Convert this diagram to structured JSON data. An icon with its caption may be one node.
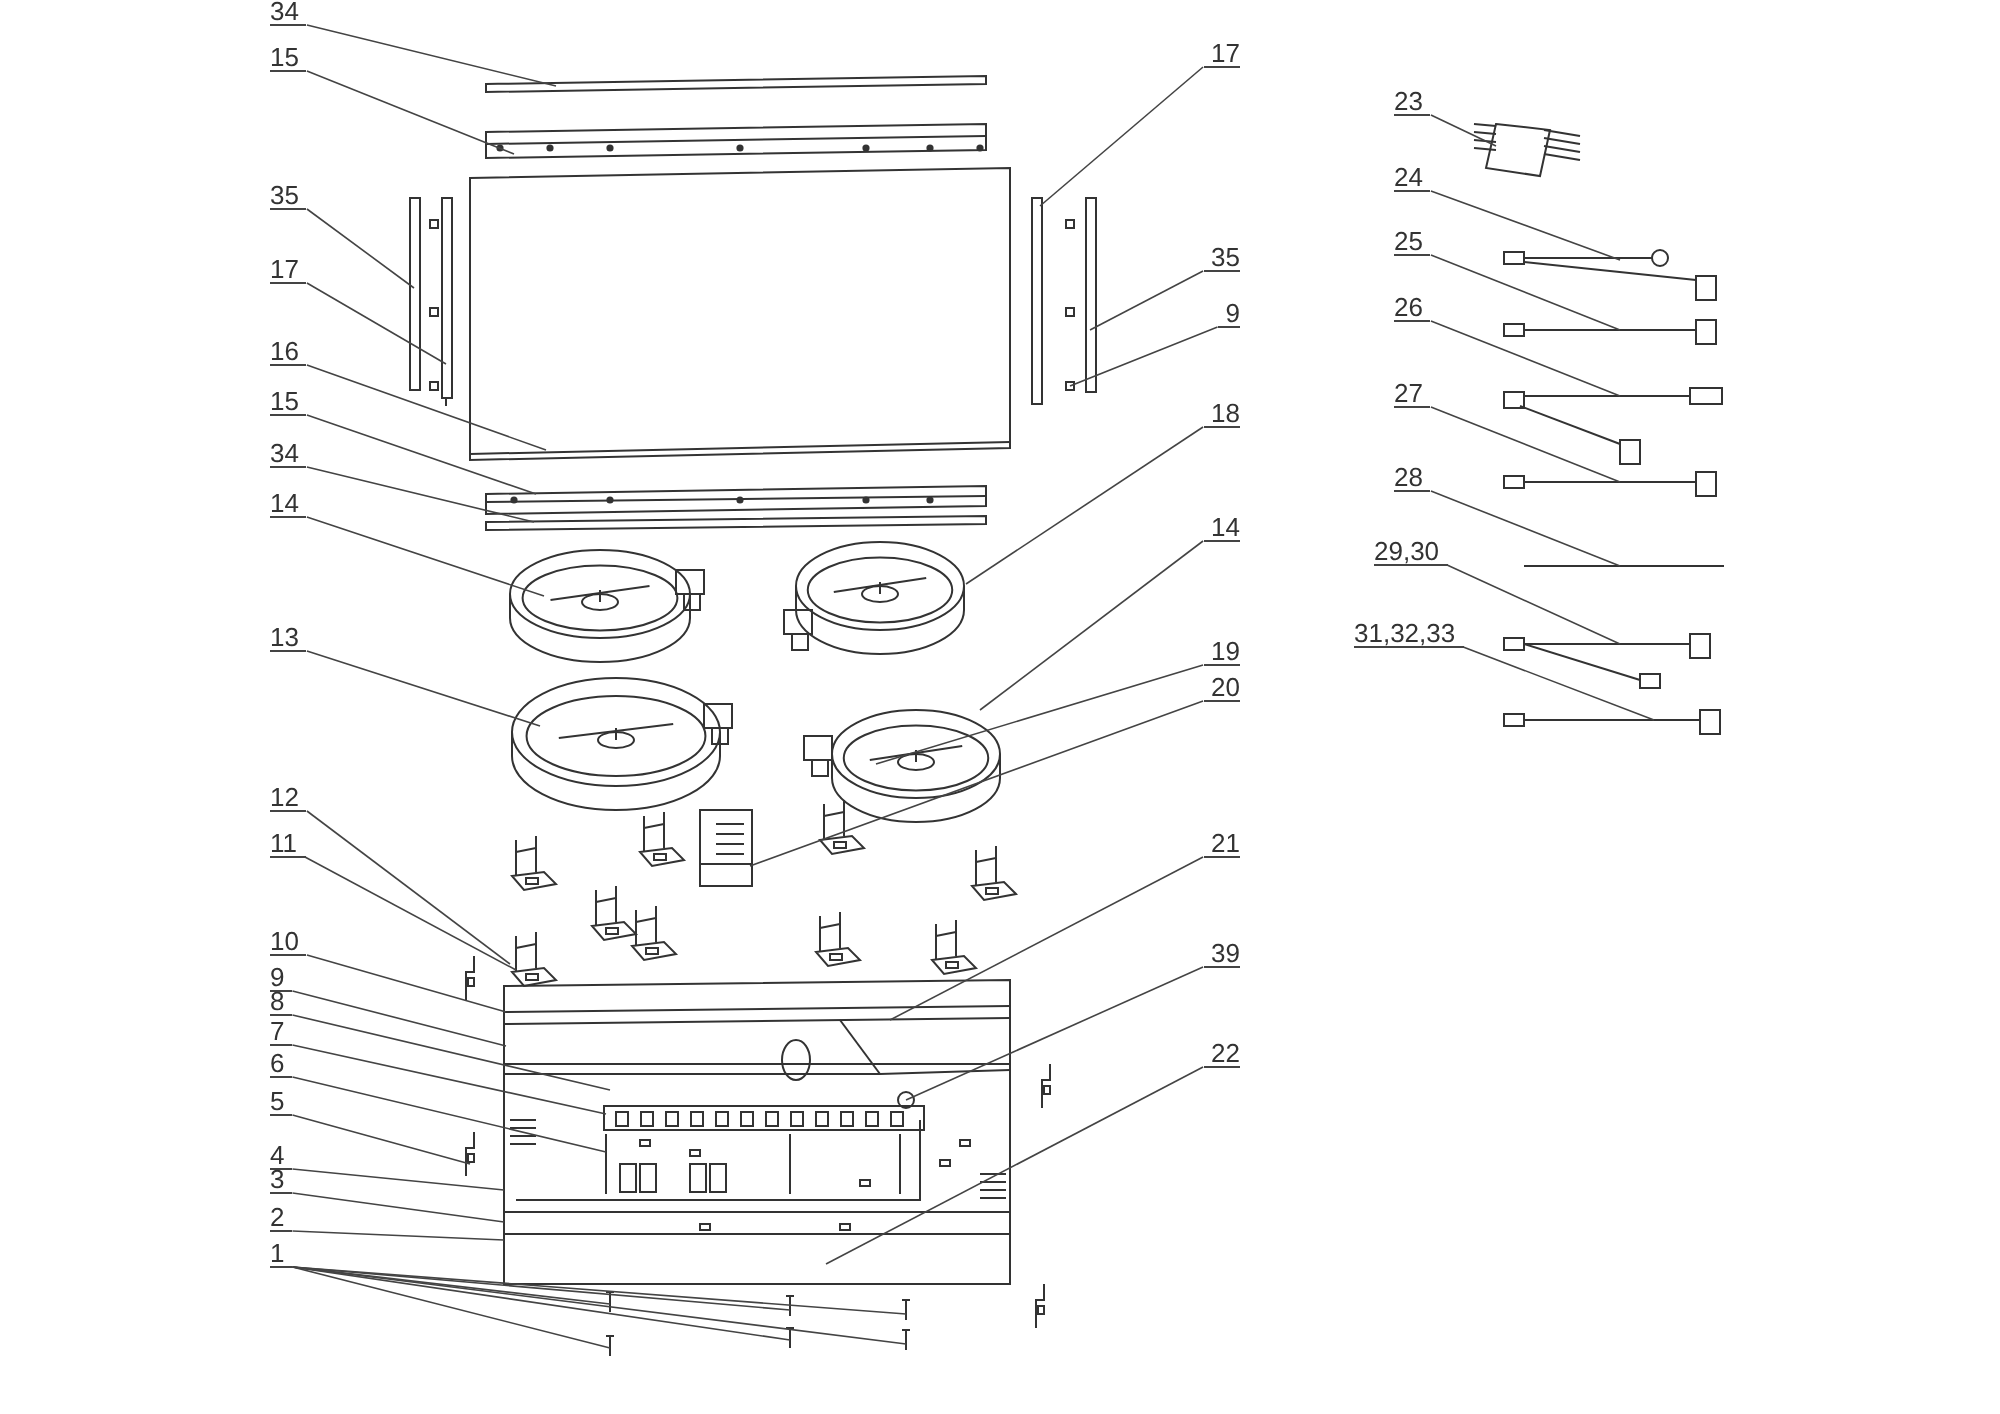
{
  "diagram": {
    "nodes": [
      {
        "text": [
          "34"
        ]
      },
      {
        "text": [
          "15"
        ]
      },
      {
        "text": [
          "35"
        ]
      },
      {
        "text": [
          "17"
        ]
      },
      {
        "text": [
          "16"
        ]
      },
      {
        "text": [
          "15"
        ]
      },
      {
        "text": [
          "34"
        ]
      },
      {
        "text": [
          "14"
        ]
      },
      {
        "text": [
          "13"
        ]
      },
      {
        "text": [
          "12"
        ]
      },
      {
        "text": [
          "11"
        ]
      },
      {
        "text": [
          "10"
        ]
      },
      {
        "text": [
          "9"
        ]
      },
      {
        "text": [
          "8"
        ]
      },
      {
        "text": [
          "7"
        ]
      },
      {
        "text": [
          "6"
        ]
      },
      {
        "text": [
          "5"
        ]
      },
      {
        "text": [
          "4"
        ]
      },
      {
        "text": [
          "3"
        ]
      },
      {
        "text": [
          "2"
        ]
      },
      {
        "text": [
          "1"
        ]
      },
      {
        "text": [
          "17"
        ]
      },
      {
        "text": [
          "35"
        ]
      },
      {
        "text": [
          "9"
        ]
      },
      {
        "text": [
          "18"
        ]
      },
      {
        "text": [
          "14"
        ]
      },
      {
        "text": [
          "19"
        ]
      },
      {
        "text": [
          "20"
        ]
      },
      {
        "text": [
          "21"
        ]
      },
      {
        "text": [
          "39"
        ]
      },
      {
        "text": [
          "22"
        ]
      },
      {
        "text": [
          "23"
        ]
      },
      {
        "text": [
          "24"
        ]
      },
      {
        "text": [
          "25"
        ]
      },
      {
        "text": [
          "26"
        ]
      },
      {
        "text": [
          "27"
        ]
      },
      {
        "text": [
          "28"
        ]
      },
      {
        "text": [
          "29,30"
        ]
      },
      {
        "text": [
          "31,32,33"
        ]
      }
    ],
    "edges": [
      {
        "from": 0,
        "to": null,
        "arrow": "none"
      },
      {
        "from": 1,
        "to": null,
        "arrow": "none"
      },
      {
        "from": 2,
        "to": null,
        "arrow": "none"
      },
      {
        "from": 3,
        "to": null,
        "arrow": "none"
      },
      {
        "from": 4,
        "to": null,
        "arrow": "none"
      },
      {
        "from": 5,
        "to": null,
        "arrow": "none"
      },
      {
        "from": 6,
        "to": null,
        "arrow": "none"
      },
      {
        "from": 7,
        "to": null,
        "arrow": "none"
      },
      {
        "from": 8,
        "to": null,
        "arrow": "none"
      },
      {
        "from": 9,
        "to": null,
        "arrow": "none"
      },
      {
        "from": 10,
        "to": null,
        "arrow": "none"
      },
      {
        "from": 11,
        "to": null,
        "arrow": "none"
      },
      {
        "from": 12,
        "to": null,
        "arrow": "none"
      },
      {
        "from": 13,
        "to": null,
        "arrow": "none"
      },
      {
        "from": 14,
        "to": null,
        "arrow": "none"
      },
      {
        "from": 15,
        "to": null,
        "arrow": "none"
      },
      {
        "from": 16,
        "to": null,
        "arrow": "none"
      },
      {
        "from": 17,
        "to": null,
        "arrow": "none"
      },
      {
        "from": 18,
        "to": null,
        "arrow": "none"
      },
      {
        "from": 19,
        "to": null,
        "arrow": "none"
      },
      {
        "from": 20,
        "to": null,
        "arrow": "none"
      },
      {
        "from": 20,
        "to": null,
        "arrow": "none"
      },
      {
        "from": 20,
        "to": null,
        "arrow": "none"
      },
      {
        "from": 20,
        "to": null,
        "arrow": "none"
      },
      {
        "from": 20,
        "to": null,
        "arrow": "none"
      },
      {
        "from": 20,
        "to": null,
        "arrow": "none"
      },
      {
        "from": 21,
        "to": null,
        "arrow": "none"
      },
      {
        "from": 22,
        "to": null,
        "arrow": "none"
      },
      {
        "from": 23,
        "to": null,
        "arrow": "none"
      },
      {
        "from": 24,
        "to": null,
        "arrow": "none"
      },
      {
        "from": 25,
        "to": null,
        "arrow": "none"
      },
      {
        "from": 26,
        "to": null,
        "arrow": "none"
      },
      {
        "from": 27,
        "to": null,
        "arrow": "none"
      },
      {
        "from": 28,
        "to": null,
        "arrow": "none"
      },
      {
        "from": 29,
        "to": null,
        "arrow": "none"
      },
      {
        "from": 30,
        "to": null,
        "arrow": "none"
      },
      {
        "from": 31,
        "to": null,
        "arrow": "none"
      },
      {
        "from": 32,
        "to": null,
        "arrow": "none"
      },
      {
        "from": 33,
        "to": null,
        "arrow": "none"
      },
      {
        "from": 34,
        "to": null,
        "arrow": "none"
      },
      {
        "from": 35,
        "to": null,
        "arrow": "none"
      },
      {
        "from": 36,
        "to": null,
        "arrow": "none"
      },
      {
        "from": 37,
        "to": null,
        "arrow": "none"
      },
      {
        "from": 38,
        "to": null,
        "arrow": "none"
      }
    ]
  }
}
